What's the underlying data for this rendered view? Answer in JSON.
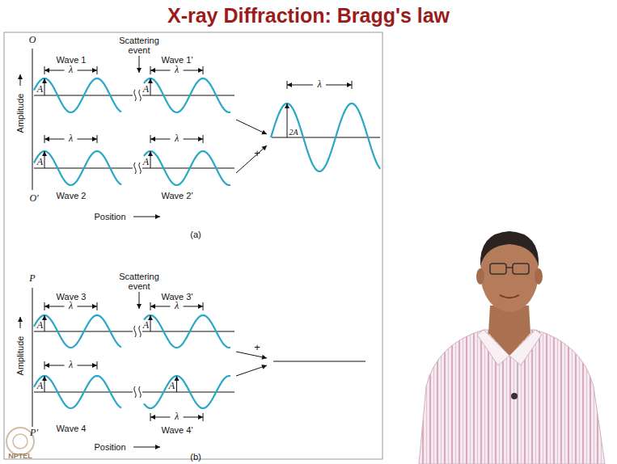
{
  "diagram": {
    "title": "X-ray Diffraction: Bragg's law",
    "labels": [
      "O",
      "Wave 1",
      "Scattering event",
      "Wave 1'",
      "λ",
      "λ",
      "A",
      "A",
      "Amplitude",
      "λ",
      "λ",
      "A",
      "A",
      "Wave 2",
      "Wave 2'",
      "O'",
      "Position",
      "(a)",
      "+",
      "λ",
      "2A",
      "P",
      "Wave 3",
      "Scattering event",
      "Wave 3'",
      "λ",
      "λ",
      "A",
      "A",
      "Amplitude",
      "λ",
      "A",
      "A",
      "Wave 4",
      "λ",
      "Wave 4'",
      "P'",
      "Position",
      "(b)",
      "+",
      "NPTEL"
    ]
  }
}
